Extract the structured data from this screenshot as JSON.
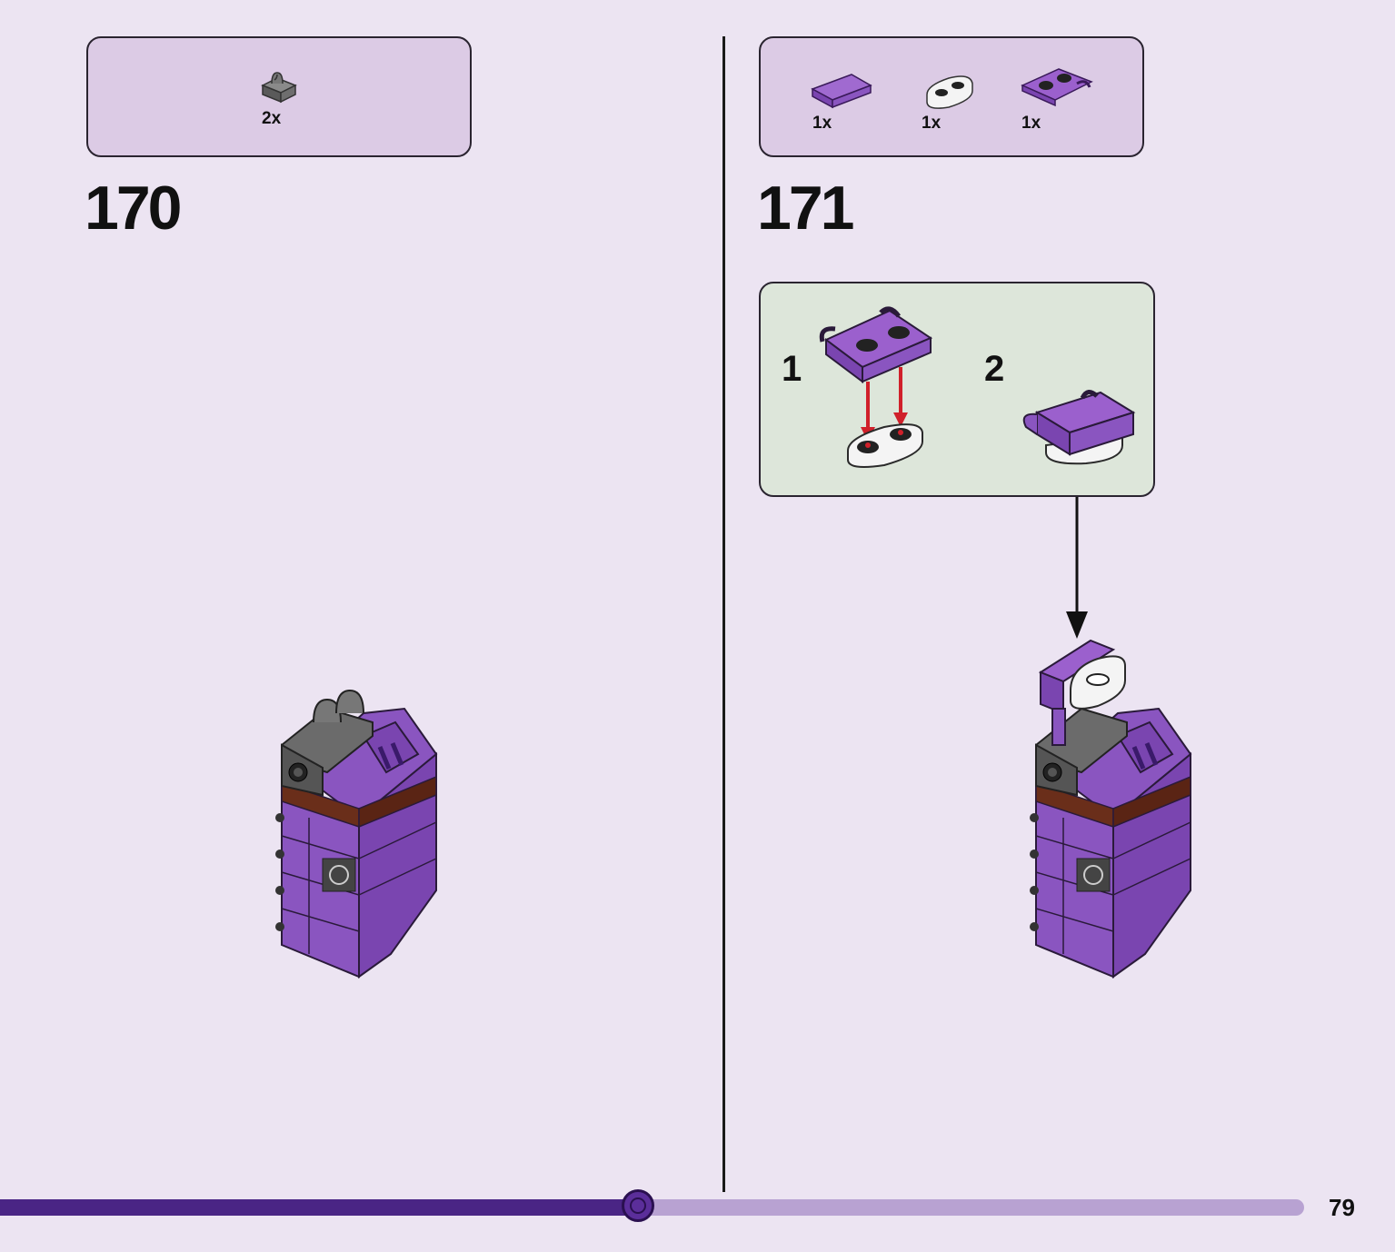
{
  "steps": [
    {
      "number": "170",
      "parts": [
        {
          "name": "grey clip tile",
          "qty": "2x"
        }
      ]
    },
    {
      "number": "171",
      "parts": [
        {
          "name": "purple tile",
          "qty": "1x"
        },
        {
          "name": "white plate 1x2",
          "qty": "1x"
        },
        {
          "name": "purple plate with clip",
          "qty": "1x"
        }
      ],
      "substeps": [
        {
          "label": "1"
        },
        {
          "label": "2"
        }
      ]
    }
  ],
  "progress": {
    "fraction": 0.489
  },
  "page_number": "79",
  "colors": {
    "page_bg": "#ece4f2",
    "parts_box": "#dccbe5",
    "substep_box": "#dde6da",
    "brick_purple": "#8a55c0",
    "progress_fill": "#4a2585",
    "progress_track": "#b8a2d2",
    "arrow_red": "#d0202a"
  }
}
